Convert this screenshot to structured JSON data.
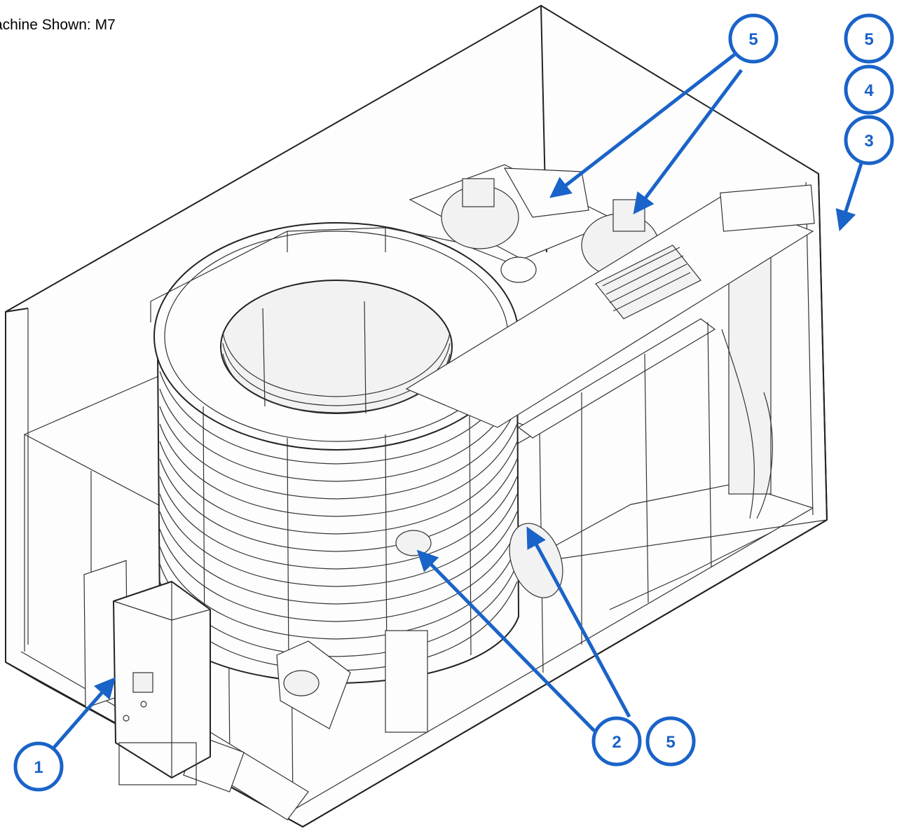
{
  "caption": "achine Shown: M7",
  "callouts": [
    {
      "id": "1"
    },
    {
      "id": "2"
    },
    {
      "id": "5"
    },
    {
      "id": "5"
    },
    {
      "id": "5"
    },
    {
      "id": "4"
    },
    {
      "id": "3"
    }
  ],
  "colors": {
    "callout": "#1a63c8",
    "line_art": "#222222",
    "background": "#ffffff"
  }
}
